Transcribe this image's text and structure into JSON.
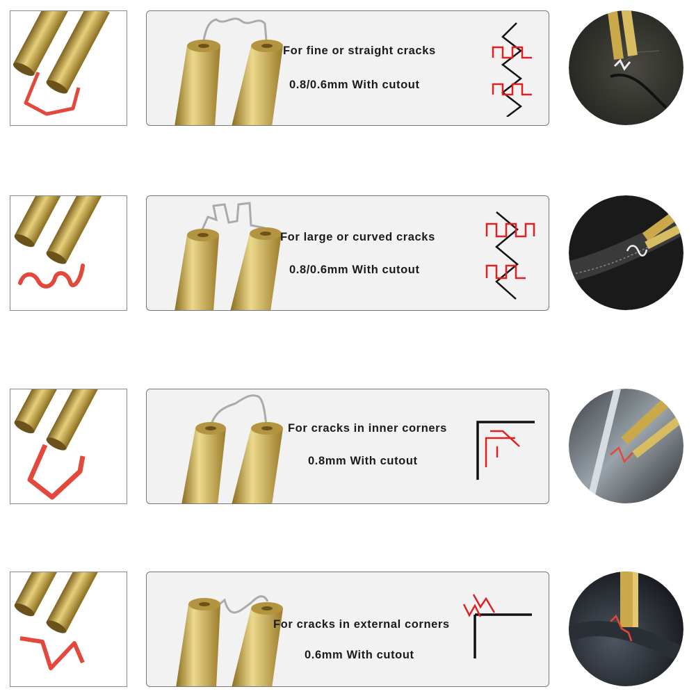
{
  "rows": [
    {
      "title": "For fine or straight cracks",
      "spec": "0.8/0.6mm With cutout",
      "nozzle_icon": "wave-staple-nozzle-icon",
      "pattern_icon": "zigzag-crack-staple-pattern-icon"
    },
    {
      "title": "For large or curved cracks",
      "spec": "0.8/0.6mm With cutout",
      "nozzle_icon": "double-wave-staple-nozzle-icon",
      "pattern_icon": "curved-crack-staple-pattern-icon"
    },
    {
      "title": "For cracks in inner corners",
      "spec": "0.8mm With cutout",
      "nozzle_icon": "v-staple-nozzle-icon",
      "pattern_icon": "inner-corner-staple-pattern-icon"
    },
    {
      "title": "For cracks in external corners",
      "spec": "0.6mm With cutout",
      "nozzle_icon": "w-staple-nozzle-icon",
      "pattern_icon": "external-corner-staple-pattern-icon"
    }
  ],
  "colors": {
    "brass": "#c9a94a",
    "brass_dark": "#8a6d1f",
    "heated_wire": "#e2483b",
    "pattern_red": "#e02020",
    "card_bg": "#f2f2f2"
  }
}
